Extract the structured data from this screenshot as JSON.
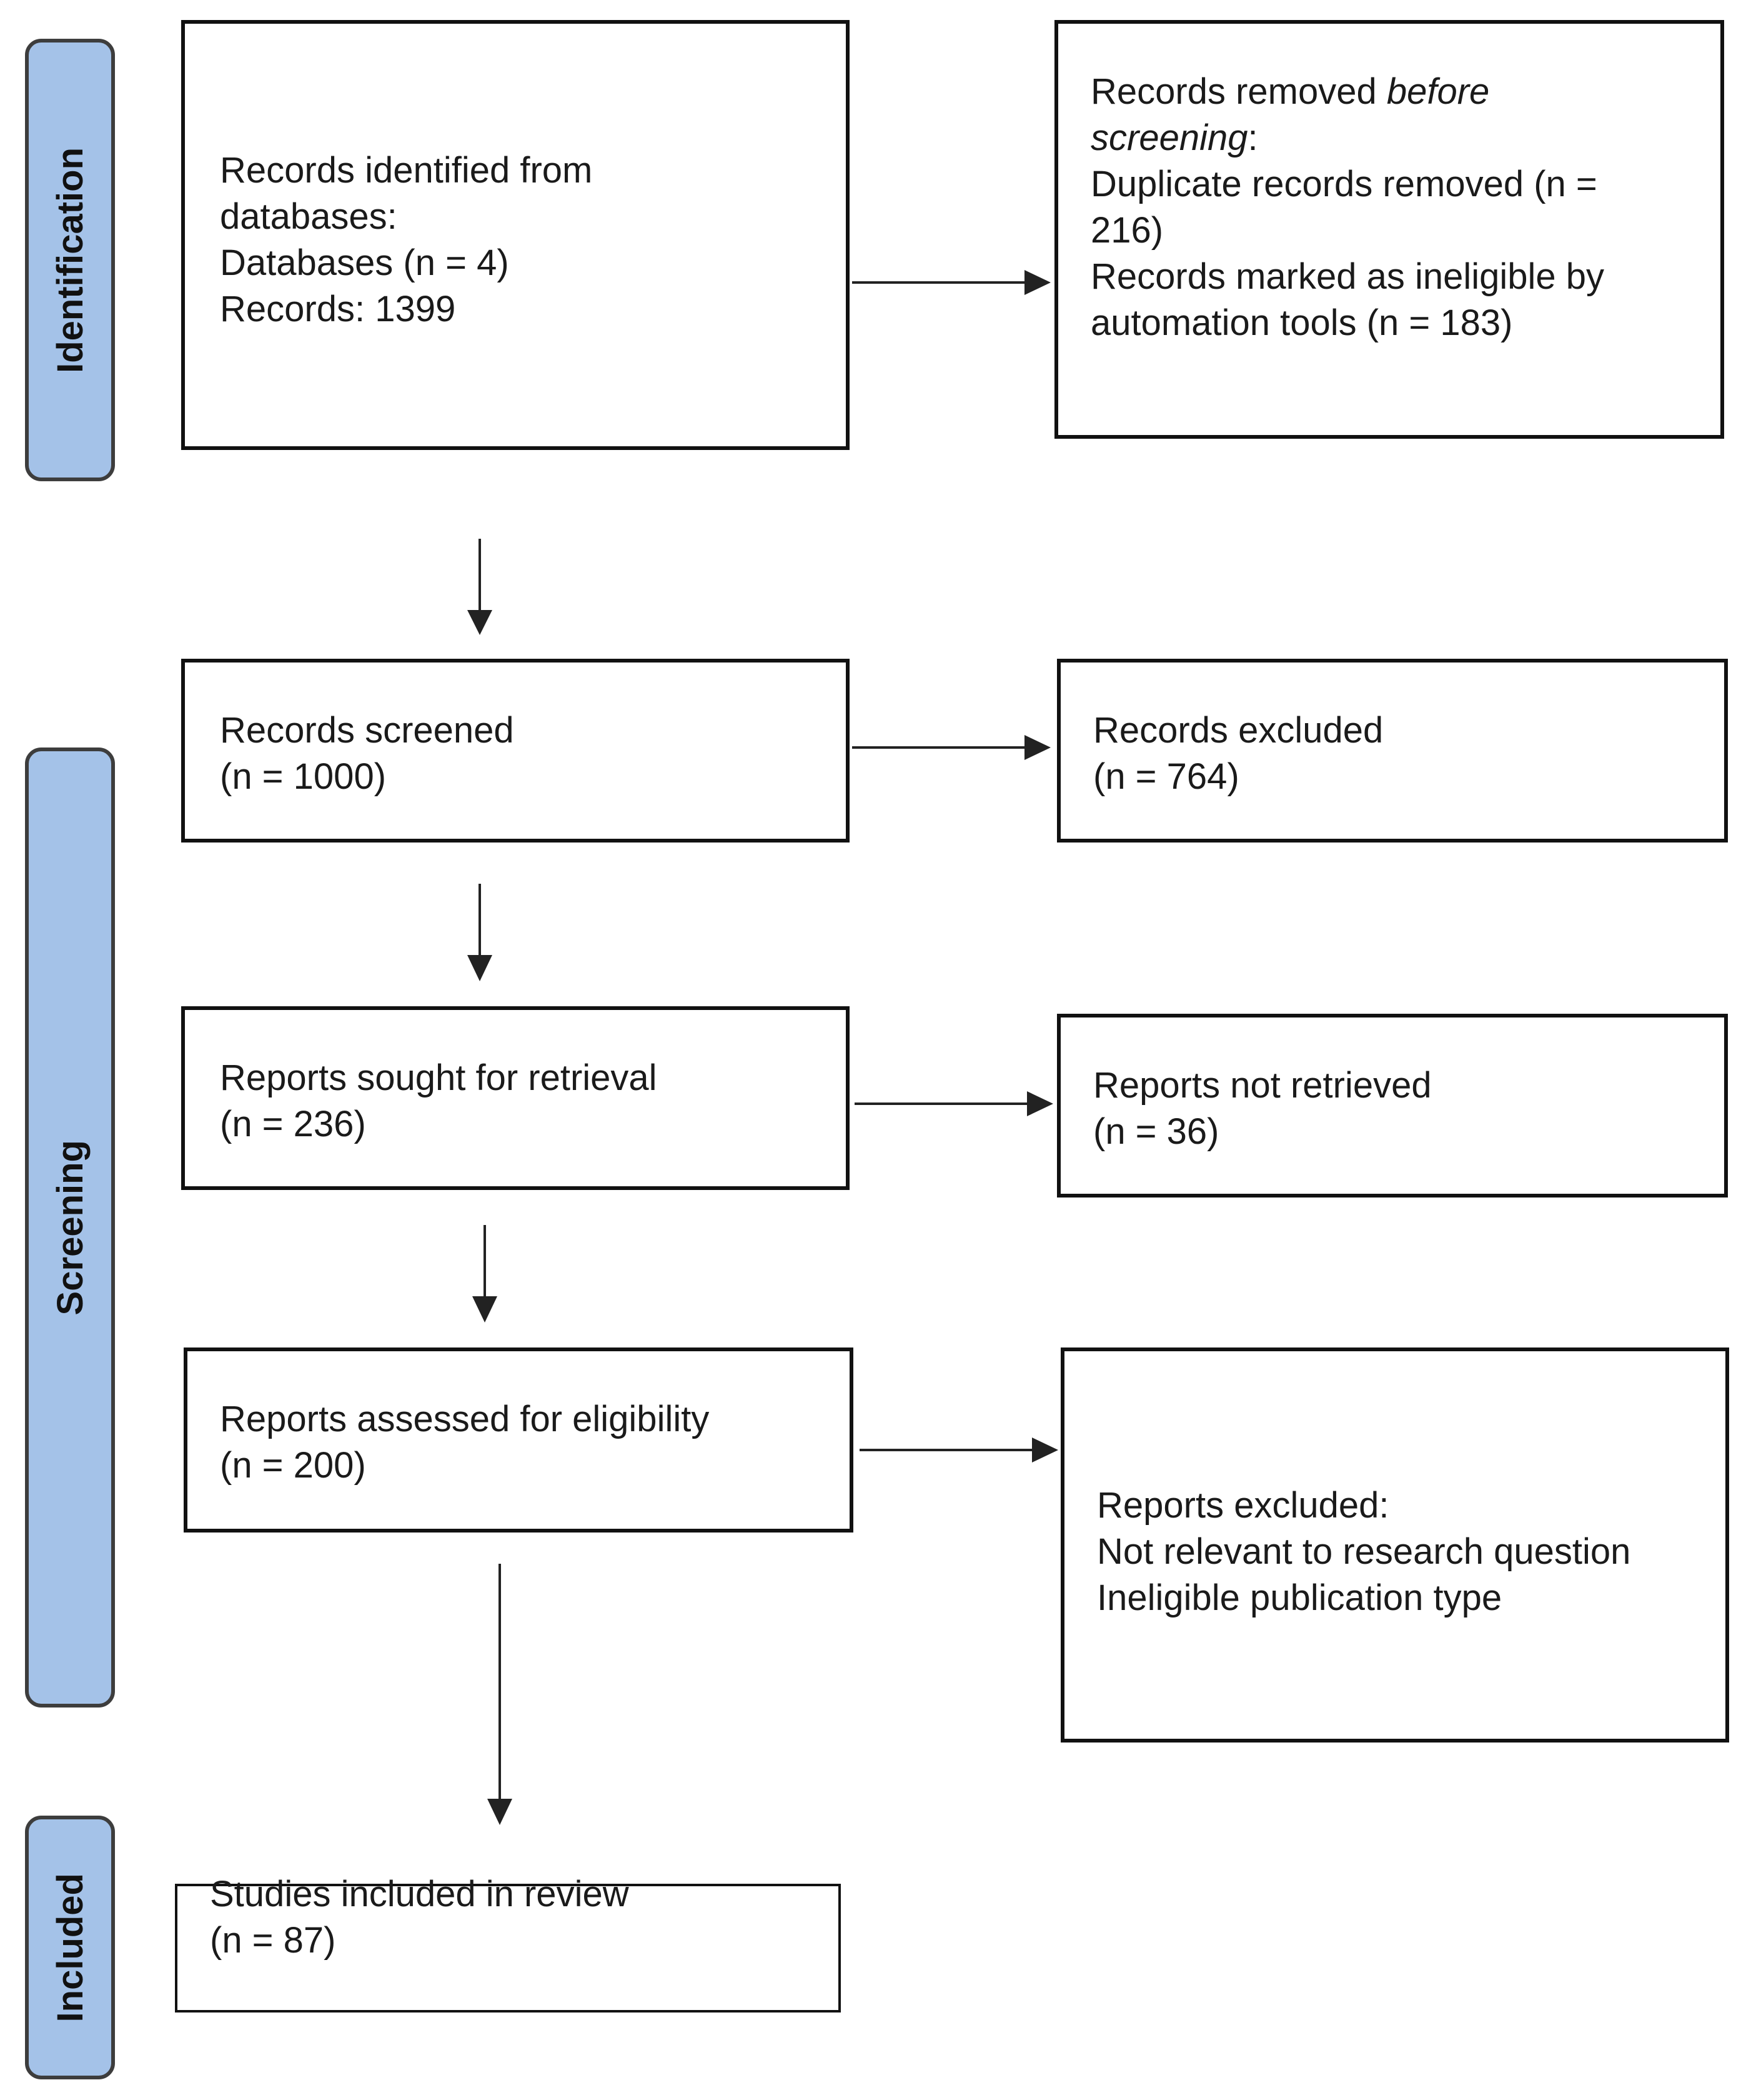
{
  "phases": {
    "identification": "Identification",
    "screening": "Screening",
    "included": "Included"
  },
  "boxes": {
    "records_identified": {
      "lines": [
        "Records identified from",
        "databases:",
        "Databases (n = 4)",
        "Records: 1399"
      ]
    },
    "records_removed": {
      "line1_prefix": "Records removed ",
      "line1_italic": "before",
      "line2_italic": "screening",
      "line2_suffix": ":",
      "lines": [
        "Duplicate records removed (n =",
        "216)",
        "Records marked as ineligible by",
        "automation tools (n =  183)"
      ]
    },
    "records_screened": {
      "lines": [
        "Records screened",
        "(n = 1000)"
      ]
    },
    "records_excluded": {
      "lines": [
        "Records excluded",
        "(n = 764)"
      ]
    },
    "reports_sought": {
      "lines": [
        "Reports sought for retrieval",
        "(n = 236)"
      ]
    },
    "reports_not_retrieved": {
      "lines": [
        "Reports not retrieved",
        "(n = 36)"
      ]
    },
    "reports_assessed": {
      "lines": [
        "Reports assessed for eligibility",
        "(n = 200)"
      ]
    },
    "reports_excluded": {
      "lines": [
        "Reports excluded:",
        "Not relevant to research question",
        "Ineligible publication type"
      ]
    },
    "studies_included": {
      "lines": [
        "Studies included in review",
        "(n = 87)"
      ]
    }
  },
  "colors": {
    "phase_fill": "#a4c2e8",
    "phase_border": "#3d3d3d",
    "box_border": "#111111",
    "arrow": "#222222"
  }
}
